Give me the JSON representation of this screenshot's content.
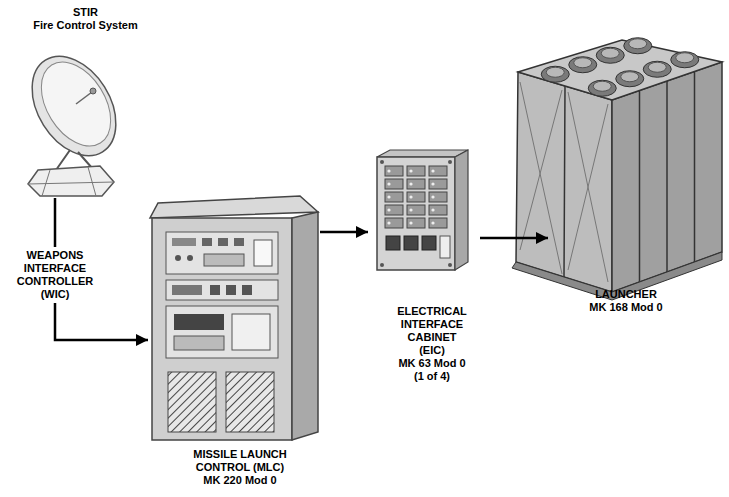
{
  "diagram": {
    "nodes": [
      {
        "text": [
          "STIR",
          "Fire Control System"
        ]
      },
      {
        "text": [
          "MISSILE LAUNCH CONTROL (MLC)",
          "MK 220 Mod 0"
        ]
      },
      {
        "text": [
          "ELECTRICAL INTERFACE CABINET (EIC)",
          "MK 63 Mod 0",
          "(1 of 4)"
        ]
      },
      {
        "text": [
          "LAUNCHER",
          "MK 168 Mod 0"
        ]
      }
    ],
    "edges": [
      {
        "from": 0,
        "to": 1,
        "arrow": "to",
        "label": "WEAPONS INTERFACE CONTROLLER (WIC)"
      },
      {
        "from": 1,
        "to": 2,
        "arrow": "to"
      },
      {
        "from": 2,
        "to": 3,
        "arrow": "to"
      }
    ]
  }
}
